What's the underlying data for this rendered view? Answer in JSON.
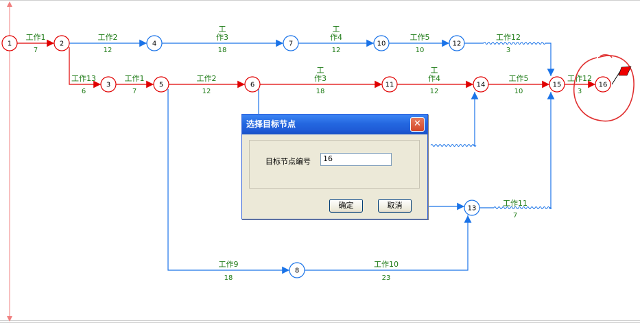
{
  "nodes": [
    {
      "id": "1",
      "color": "red"
    },
    {
      "id": "2",
      "color": "red"
    },
    {
      "id": "3",
      "color": "red"
    },
    {
      "id": "4",
      "color": "blue"
    },
    {
      "id": "5",
      "color": "red"
    },
    {
      "id": "6",
      "color": "red"
    },
    {
      "id": "7",
      "color": "blue"
    },
    {
      "id": "8",
      "color": "blue"
    },
    {
      "id": "10",
      "color": "blue"
    },
    {
      "id": "11",
      "color": "red"
    },
    {
      "id": "12",
      "color": "blue"
    },
    {
      "id": "13",
      "color": "blue"
    },
    {
      "id": "14",
      "color": "red"
    },
    {
      "id": "15",
      "color": "red"
    },
    {
      "id": "16",
      "color": "red"
    }
  ],
  "works": [
    {
      "from": "1",
      "to": "2",
      "label": "工作1",
      "duration": "7",
      "critical": true
    },
    {
      "from": "2",
      "to": "4",
      "label": "工作2",
      "duration": "12",
      "critical": false
    },
    {
      "from": "4",
      "to": "7",
      "label": "工作3",
      "duration": "18",
      "critical": false
    },
    {
      "from": "7",
      "to": "10",
      "label": "工作4",
      "duration": "12",
      "critical": false
    },
    {
      "from": "10",
      "to": "12",
      "label": "工作5",
      "duration": "10",
      "critical": false
    },
    {
      "from": "12",
      "to": "15",
      "label": "工作12",
      "duration": "3",
      "critical": false
    },
    {
      "from": "2",
      "to": "3",
      "label": "工作13",
      "duration": "6",
      "critical": true
    },
    {
      "from": "3",
      "to": "5",
      "label": "工作1",
      "duration": "7",
      "critical": true
    },
    {
      "from": "5",
      "to": "6",
      "label": "工作2",
      "duration": "12",
      "critical": true
    },
    {
      "from": "6",
      "to": "11",
      "label": "工作3",
      "duration": "18",
      "critical": true
    },
    {
      "from": "11",
      "to": "14",
      "label": "工作4",
      "duration": "12",
      "critical": true
    },
    {
      "from": "14",
      "to": "15",
      "label": "工作5",
      "duration": "10",
      "critical": true
    },
    {
      "from": "15",
      "to": "16",
      "label": "工作12",
      "duration": "3",
      "critical": true
    },
    {
      "from": "5",
      "to": "8",
      "label": "工作9",
      "duration": "18",
      "critical": false
    },
    {
      "from": "8",
      "to": "13",
      "label": "工作10",
      "duration": "23",
      "critical": false
    },
    {
      "from": "13",
      "to": "15",
      "label": "工作11",
      "duration": "7",
      "critical": false
    }
  ],
  "dialog": {
    "title": "选择目标节点",
    "close_glyph": "✕",
    "field_label": "目标节点编号",
    "field_value": "16",
    "ok_label": "确定",
    "cancel_label": "取消"
  },
  "colors": {
    "critical": "#e00000",
    "normal": "#1a73e8",
    "text_green": "#1c7a14",
    "annotation": "#e03030"
  }
}
